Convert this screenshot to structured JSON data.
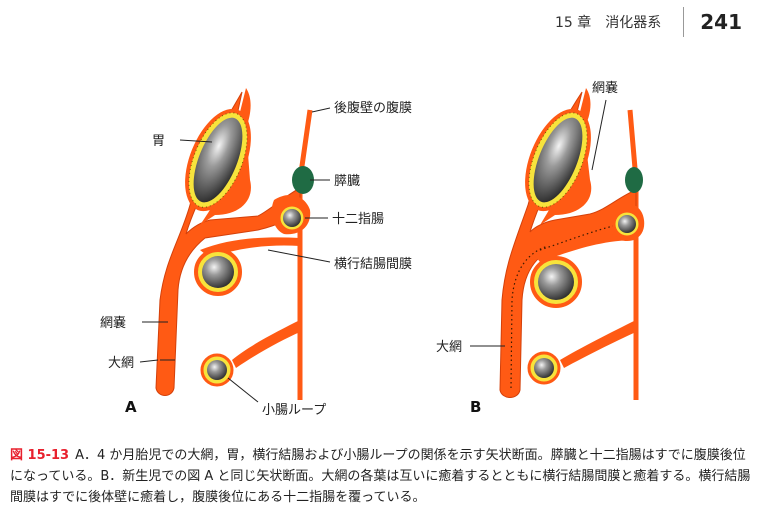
{
  "header": {
    "chapter": "15 章　消化器系",
    "page_number": "241"
  },
  "figure": {
    "panel_a": {
      "letter": "A",
      "labels": {
        "stomach": "胃",
        "posterior_peritoneum": "後腹壁の腹膜",
        "pancreas": "膵臓",
        "duodenum": "十二指腸",
        "transverse_mesocolon": "横行結腸間膜",
        "omental_bursa": "網嚢",
        "greater_omentum": "大網",
        "small_intestine_loop": "小腸ループ"
      }
    },
    "panel_b": {
      "letter": "B",
      "labels": {
        "omental_bursa": "網嚢",
        "greater_omentum": "大網"
      }
    }
  },
  "caption": {
    "number": "図 15-13",
    "text": "A．4 か月胎児での大網，胃，横行結腸および小腸ループの関係を示す矢状断面。膵臓と十二指腸はすでに腹膜後位になっている。B．新生児での図 A と同じ矢状断面。大網の各葉は互いに癒着するとともに横行結腸間膜と癒着する。横行結腸間膜はすでに後体壁に癒着し，腹膜後位にある十二指腸を覆っている。"
  },
  "colors": {
    "peritoneum": "#ff5a14",
    "peritoneum_dark": "#d4400a",
    "organ_ring": "#f7e33c",
    "pancreas": "#1f6b44",
    "caption_accent": "#e8212e"
  }
}
